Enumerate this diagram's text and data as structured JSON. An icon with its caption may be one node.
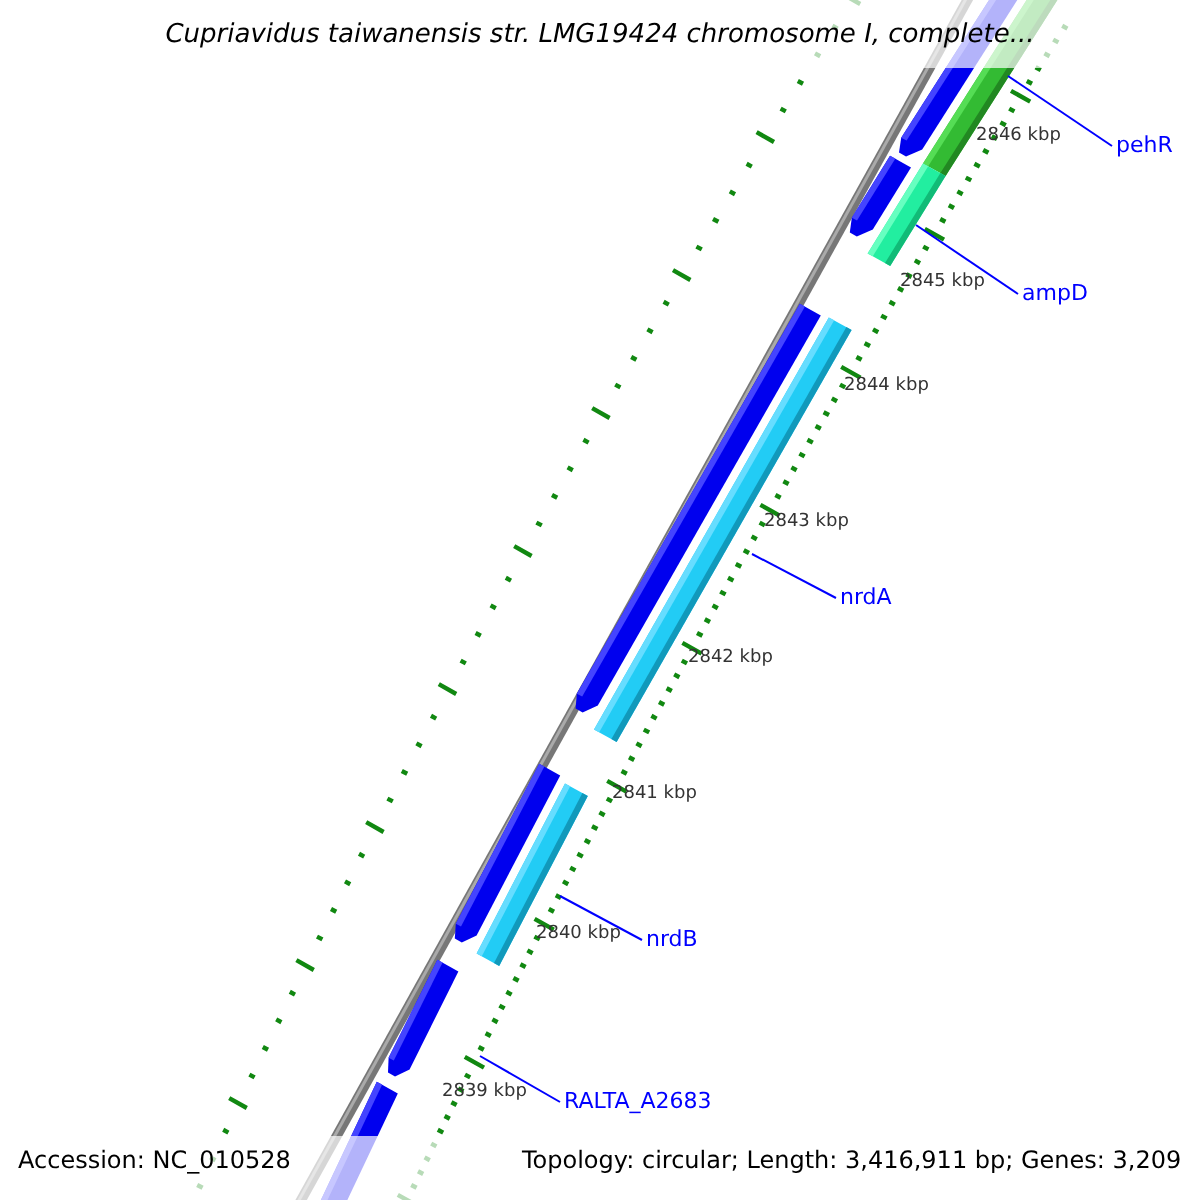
{
  "diagram": {
    "title": "Cupriavidus taiwanensis str. LMG19424 chromosome I, complete...",
    "nodes": [
      {
        "text": [
          "pehR"
        ]
      },
      {
        "text": [
          "ampD"
        ]
      },
      {
        "text": [
          "nrdA"
        ]
      },
      {
        "text": [
          "nrdB"
        ]
      },
      {
        "text": [
          "RALTA_A2683"
        ]
      },
      {
        "text": [],
        "shape": "bar"
      },
      {
        "text": [],
        "shape": "bar"
      }
    ],
    "edges": [
      {
        "from": 0,
        "to": 5,
        "arrow": "none"
      },
      {
        "from": 1,
        "to": 6,
        "arrow": "none"
      },
      {
        "from": 2,
        "to": null,
        "arrow": "none"
      },
      {
        "from": 3,
        "to": null,
        "arrow": "none"
      },
      {
        "from": 4,
        "to": null,
        "arrow": "none"
      }
    ],
    "labels": [
      "2846 kbp",
      "2845 kbp",
      "2844 kbp",
      "2843 kbp",
      "2842 kbp",
      "2841 kbp",
      "2840 kbp",
      "2839 kbp",
      "Accession: NC_010528",
      "Topology: circular; Length: 3,416,911 bp; Genes: 3,209"
    ]
  }
}
